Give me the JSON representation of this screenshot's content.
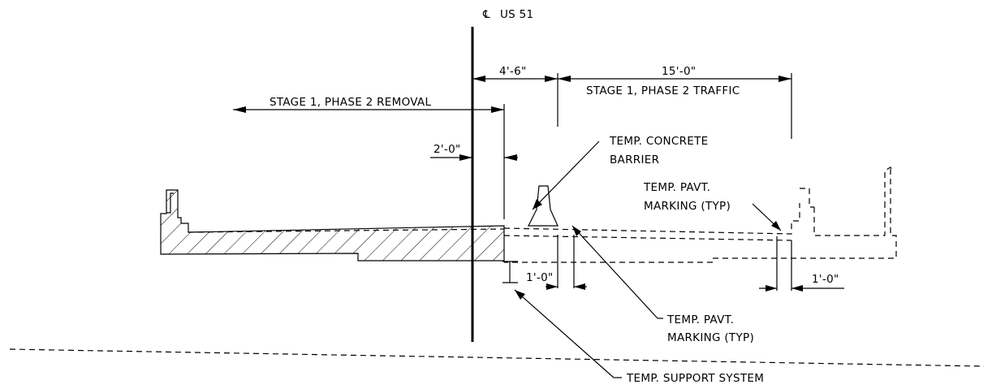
{
  "centerline": {
    "symbol": "℄",
    "label": "US 51"
  },
  "dimensions": {
    "offset_4_6": "4'-6\"",
    "traffic_width": "15'-0\"",
    "removal_offset": "2'-0\"",
    "marking_offset_left": "1'-0\"",
    "marking_offset_right": "1'-0\""
  },
  "labels": {
    "traffic": "STAGE 1, PHASE 2 TRAFFIC",
    "removal": "STAGE 1, PHASE 2 REMOVAL",
    "barrier": [
      "TEMP. CONCRETE",
      "BARRIER"
    ],
    "marking_upper": [
      "TEMP. PAVT.",
      "MARKING (TYP)"
    ],
    "marking_lower": [
      "TEMP. PAVT.",
      "MARKING (TYP)"
    ],
    "support": "TEMP. SUPPORT SYSTEM"
  }
}
